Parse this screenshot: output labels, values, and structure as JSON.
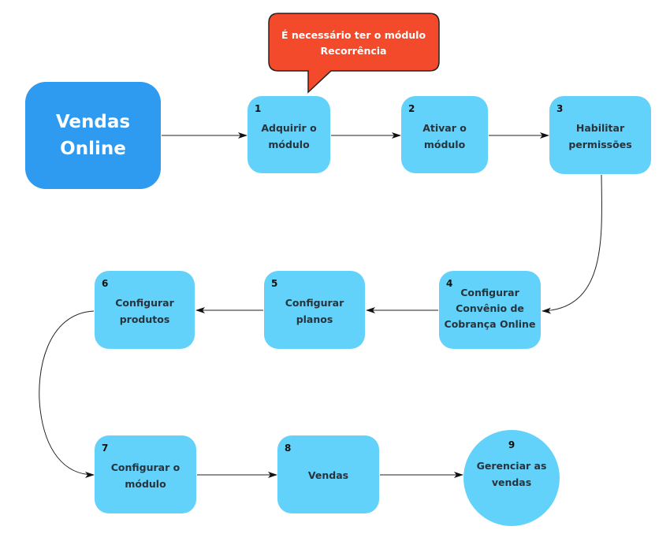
{
  "diagram": {
    "start": {
      "label_line1": "Vendas",
      "label_line2": "Online",
      "color": "#2E9BF0"
    },
    "callout": {
      "line1": "É necessário ter o módulo",
      "line2": "Recorrência",
      "color": "#F24A2A"
    },
    "node_color": "#62D2FA",
    "steps": [
      {
        "num": "1",
        "line1": "Adquirir o",
        "line2": "módulo"
      },
      {
        "num": "2",
        "line1": "Ativar o",
        "line2": "módulo"
      },
      {
        "num": "3",
        "line1": "Habilitar",
        "line2": "permissões"
      },
      {
        "num": "4",
        "line1": "Configurar",
        "line2": "Convênio de",
        "line3": "Cobrança Online"
      },
      {
        "num": "5",
        "line1": "Configurar",
        "line2": "planos"
      },
      {
        "num": "6",
        "line1": "Configurar",
        "line2": "produtos"
      },
      {
        "num": "7",
        "line1": "Configurar o",
        "line2": "módulo"
      },
      {
        "num": "8",
        "line1": "Vendas"
      },
      {
        "num": "9",
        "line1": "Gerenciar as",
        "line2": "vendas"
      }
    ],
    "connections": [
      {
        "from": "start",
        "to": "1"
      },
      {
        "from": "1",
        "to": "2"
      },
      {
        "from": "2",
        "to": "3"
      },
      {
        "from": "3",
        "to": "4"
      },
      {
        "from": "4",
        "to": "5"
      },
      {
        "from": "5",
        "to": "6"
      },
      {
        "from": "6",
        "to": "7"
      },
      {
        "from": "7",
        "to": "8"
      },
      {
        "from": "8",
        "to": "9"
      }
    ]
  }
}
